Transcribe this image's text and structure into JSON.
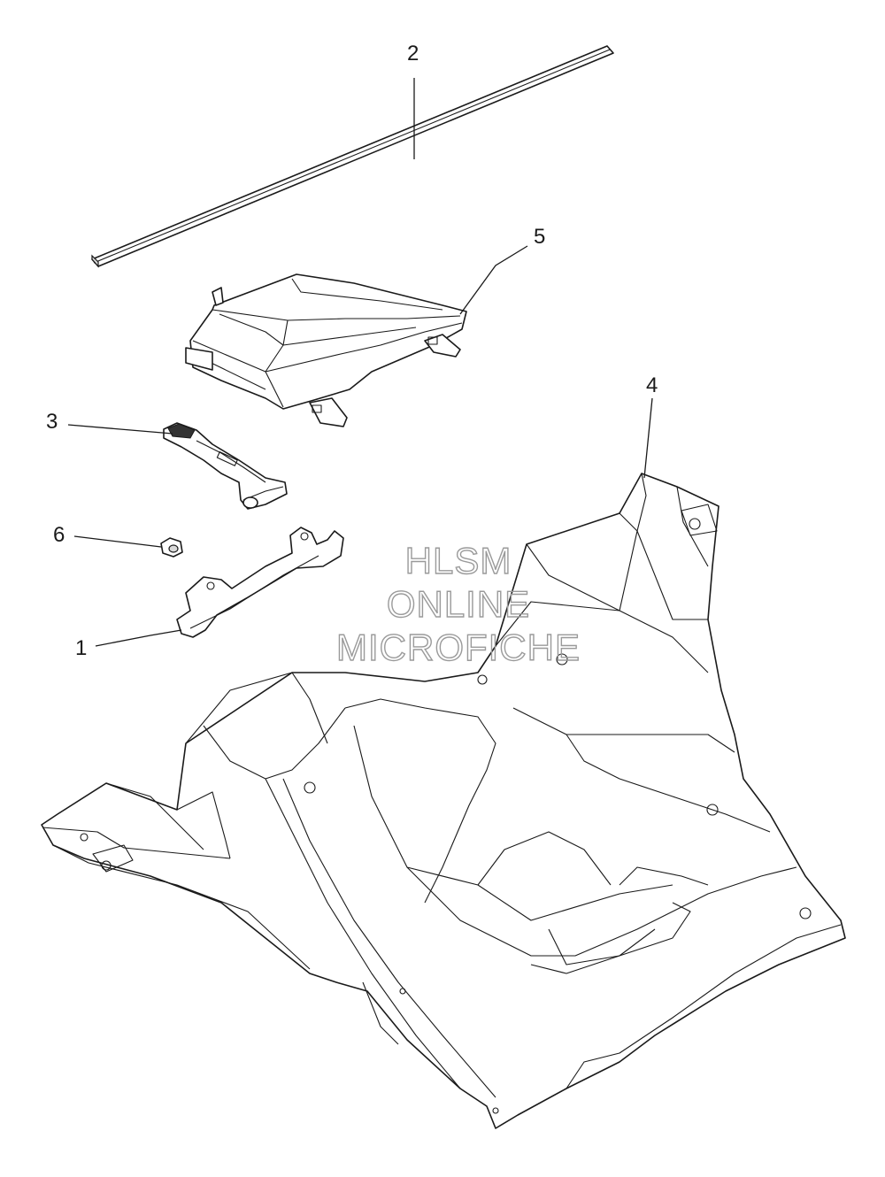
{
  "diagram": {
    "callouts": [
      {
        "id": "1",
        "label": "1"
      },
      {
        "id": "2",
        "label": "2"
      },
      {
        "id": "3",
        "label": "3"
      },
      {
        "id": "4",
        "label": "4"
      },
      {
        "id": "5",
        "label": "5"
      },
      {
        "id": "6",
        "label": "6"
      }
    ],
    "watermark": {
      "line1": "HLSM",
      "line2": "ONLINE",
      "line3": "MICROFICHE"
    },
    "colors": {
      "line": "#1a1a1a",
      "background": "#ffffff",
      "watermark": "#9a9a9a"
    }
  }
}
